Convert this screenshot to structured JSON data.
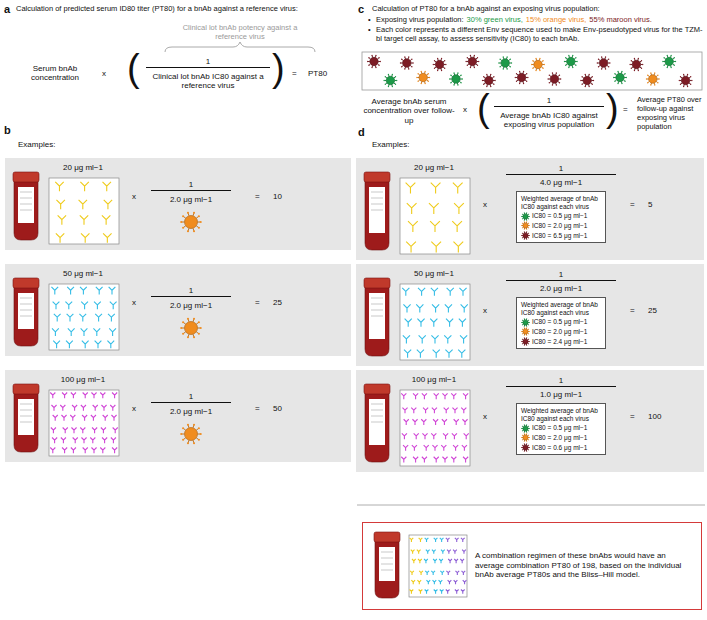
{
  "diagram": {
    "nodes": [
      {
        "text": [
          "20 μg ml−1",
          "x",
          "1",
          "2.0 μg ml−1",
          "=",
          "10"
        ]
      },
      {
        "text": [
          "50 μg ml−1",
          "x",
          "1",
          "2.0 μg ml−1",
          "=",
          "25"
        ]
      },
      {
        "text": [
          "100 μg ml−1",
          "x",
          "1",
          "2.0 μg ml−1",
          "=",
          "50"
        ]
      },
      {
        "text": [
          "20 μg ml−1",
          "x",
          "1",
          "4.0 μg ml−1",
          "=",
          "5"
        ]
      },
      {
        "text": [
          "Weighted average of bnAb IC80 against each virus",
          "IC80 = 0.5 μg ml−1",
          "IC80 = 2.0 μg ml−1",
          "IC80 = 6.5 μg ml−1"
        ],
        "in": 3
      },
      {
        "text": [
          "50 μg ml−1",
          "x",
          "1",
          "2.0 μg ml−1",
          "=",
          "25"
        ]
      },
      {
        "text": [
          "Weighted average of bnAb IC80 against each virus",
          "IC80 = 0.5 μg ml−1",
          "IC80 = 2.0 μg ml−1",
          "IC80 = 2.4 μg ml−1"
        ],
        "in": 5
      },
      {
        "text": [
          "100 μg ml−1",
          "x",
          "1",
          "1.0 μg ml−1",
          "=",
          "100"
        ]
      },
      {
        "text": [
          "Weighted average of bnAb IC80 against each virus",
          "IC80 = 0.5 μg ml−1",
          "IC80 = 2.0 μg ml−1",
          "IC80 = 0.6 μg ml−1"
        ],
        "in": 7
      },
      {
        "text": [
          "A combination regimen of these bnAbs would have an average combination PT80 of 198, based on the individual bnAb average PT80s and the Bliss–Hill model."
        ]
      }
    ],
    "labels": [
      "a",
      "Calculation of predicted serum ID80 titer (PT80) for a bnAb against a reference virus:",
      "Clinical lot bnAb potency against a reference virus",
      "Serum bnAb concentration",
      "x",
      "(",
      "1",
      "Clinical lot bnAb IC80 against a reference virus",
      ")",
      "=",
      "PT80",
      "b",
      "Examples:",
      "c",
      "Calculation of PT80 for a bnAb against an exposing virus population:",
      "•",
      "Exposing virus population:",
      "30% green virus,",
      "15% orange virus,",
      "55% maroon virus.",
      "•",
      "Each color represents a different Env sequence used to make Env-pseudotyped virus for the TZM-bl target cell assay, to assess sensitivity (IC80) to each bnAb.",
      "Average bnAb serum concentration over follow-up",
      "x",
      "(",
      "1",
      "Average bnAb IC80 against exposing virus population",
      ")",
      "=",
      "Average PT80 over follow-up against exposing virus population",
      "d",
      "Examples:"
    ]
  }
}
